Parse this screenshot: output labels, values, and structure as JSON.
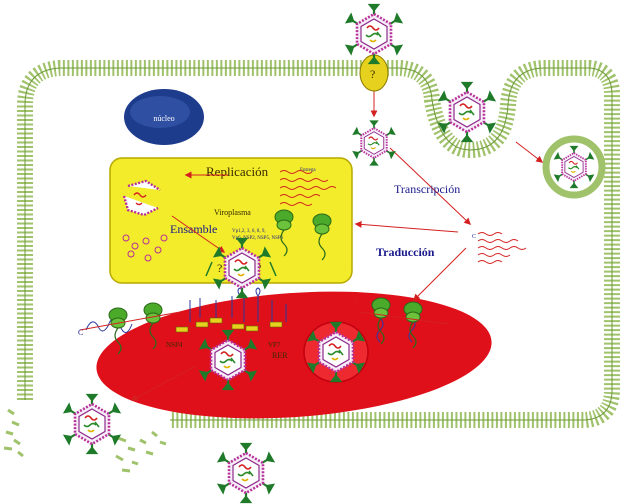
{
  "labels": {
    "nucleus": "núcleo",
    "replication": "Replicación",
    "viroplasm": "Viroplasma",
    "assembly": "Ensamble",
    "transcription": "Transcripción",
    "translation": "Traducción",
    "vp_list_1": "Vp1,2, 3, 6, 8, 9,",
    "vp_list_2": "Vp6, NSP2, NSP5, NSP6",
    "nsp4": "NSP4",
    "vp7": "VP7",
    "rer": "RER",
    "question_mark": "?",
    "c_label": "C",
    "rna_label": "Entrega"
  },
  "colors": {
    "membrane": "#9fc26a",
    "membrane_dark": "#6e9a3a",
    "nucleus": "#1e3c8c",
    "viroplasm_fill": "#f2ec2a",
    "viroplasm_border": "#b8a800",
    "rer_fill": "#e0101a",
    "arrow": "#d42020",
    "virion_outer": "#b8309a",
    "virion_body": "#f6eef8",
    "spike_green": "#1f7a2a",
    "receptor": "#e6d21e",
    "text_blue": "#1a1a8c",
    "text_dark": "#3a2a00"
  },
  "icons": [
    "virion-icon",
    "ribosome-icon",
    "receptor-icon",
    "rna-strand-icon"
  ]
}
